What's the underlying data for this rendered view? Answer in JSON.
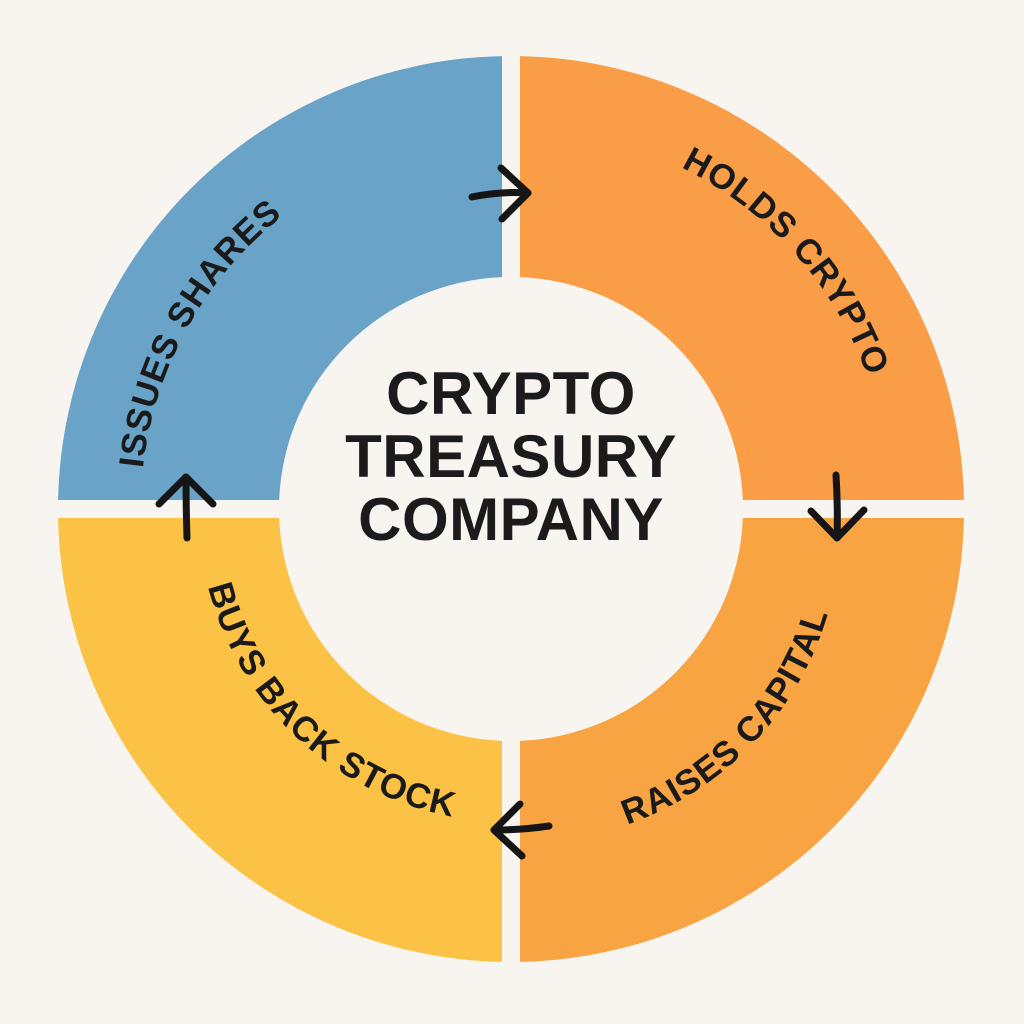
{
  "diagram": {
    "center_title": {
      "lines": [
        "CRYPTO",
        "TREASURY",
        "COMPANY"
      ]
    },
    "segments": [
      {
        "id": "issues-shares",
        "label": "ISSUES SHARES",
        "color": "#69A3C8"
      },
      {
        "id": "holds-crypto",
        "label": "HOLDS CRYPTO",
        "color": "#F99D47"
      },
      {
        "id": "raises-capital",
        "label": "RAISES CAPITAL",
        "color": "#F9A442"
      },
      {
        "id": "buys-back-stock",
        "label": "BUYS BACK STOCK",
        "color": "#FCC246"
      }
    ],
    "flow": [
      {
        "from": "issues-shares",
        "to": "holds-crypto",
        "direction": "right"
      },
      {
        "from": "holds-crypto",
        "to": "raises-capital",
        "direction": "down"
      },
      {
        "from": "raises-capital",
        "to": "buys-back-stock",
        "direction": "left"
      },
      {
        "from": "buys-back-stock",
        "to": "issues-shares",
        "direction": "up"
      }
    ],
    "background": "#F8F5F0",
    "text_color": "#1B1B1B"
  }
}
